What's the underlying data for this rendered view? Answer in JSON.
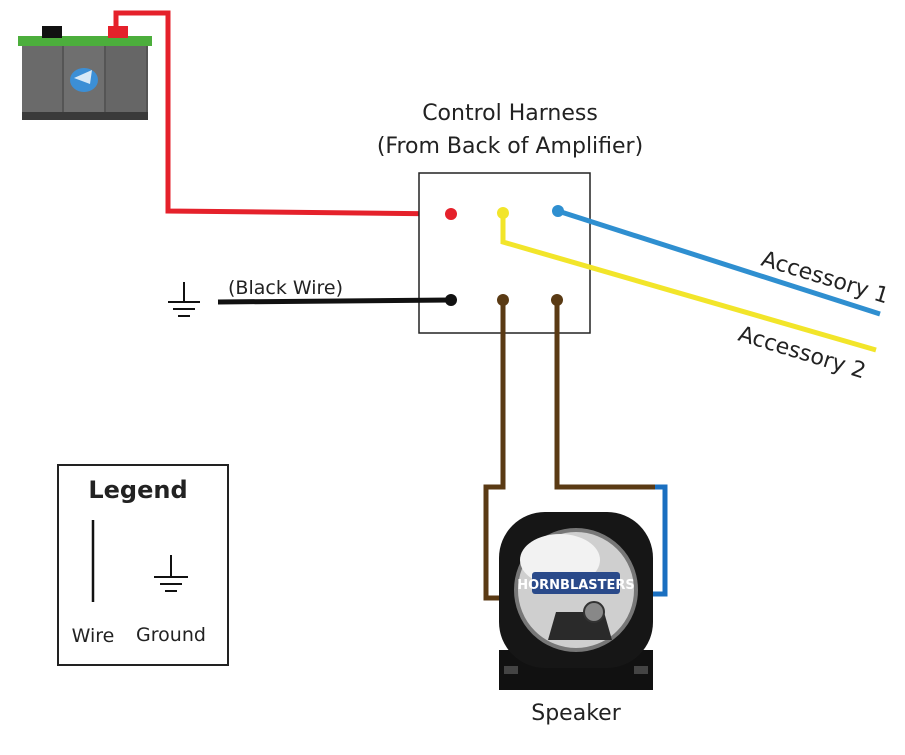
{
  "harness": {
    "title_line1": "Control Harness",
    "title_line2": "(From Back of Amplifier)"
  },
  "ground_wire_label": "(Black Wire)",
  "accessory_1_label": "Accessory 1",
  "accessory_2_label": "Accessory 2",
  "speaker_label": "Speaker",
  "speaker_logo_text": "HORNBLASTERS",
  "legend": {
    "title": "Legend",
    "wire_label": "Wire",
    "ground_label": "Ground"
  },
  "colors": {
    "red_wire": "#e5212b",
    "yellow_wire": "#f2e52a",
    "blue_wire": "#2f8fd0",
    "black_wire": "#111111",
    "brown_wire": "#5a3a14"
  }
}
